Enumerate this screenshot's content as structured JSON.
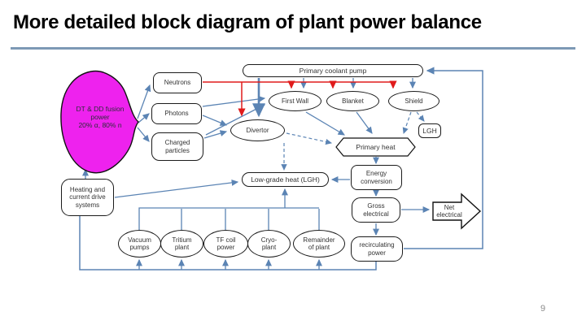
{
  "slide": {
    "title": "More detailed block diagram of plant power balance",
    "page_number": "9"
  },
  "colors": {
    "divider": "#7D99B5",
    "fusion_fill": "#EE22EE",
    "flow_blue": "#5B84B4",
    "flow_red": "#E01B1B",
    "node_border": "#1B1B1B"
  },
  "diagram": {
    "fusion": {
      "line1": "DT & DD fusion",
      "line2": "power",
      "line3": "20% α, 80% n"
    },
    "neutrons": {
      "label": "Neutrons"
    },
    "photons": {
      "label": "Photons"
    },
    "charged": {
      "line1": "Charged",
      "line2": "particles"
    },
    "pump": {
      "label": "Primary coolant pump"
    },
    "first_wall": {
      "label": "First Wall"
    },
    "blanket": {
      "label": "Blanket"
    },
    "shield": {
      "label": "Shield"
    },
    "divertor": {
      "label": "Divertor"
    },
    "lgh": {
      "label": "LGH"
    },
    "primary_heat": {
      "label": "Primary heat"
    },
    "low_grade_heat": {
      "label": "Low-grade heat (LGH)"
    },
    "energy_conversion": {
      "line1": "Energy",
      "line2": "conversion"
    },
    "gross_electrical": {
      "line1": "Gross",
      "line2": "electrical"
    },
    "net_electrical": {
      "line1": "Net",
      "line2": "electrical"
    },
    "recirculating": {
      "line1": "recirculating",
      "line2": "power"
    },
    "heating": {
      "line1": "Heating and",
      "line2": "current drive",
      "line3": "systems"
    },
    "vacuum": {
      "line1": "Vacuum",
      "line2": "pumps"
    },
    "tritium": {
      "line1": "Tritium",
      "line2": "plant"
    },
    "tf_coil": {
      "line1": "TF coil",
      "line2": "power"
    },
    "cryo": {
      "line1": "Cryo-",
      "line2": "plant"
    },
    "remainder": {
      "line1": "Remainder",
      "line2": "of plant"
    }
  }
}
